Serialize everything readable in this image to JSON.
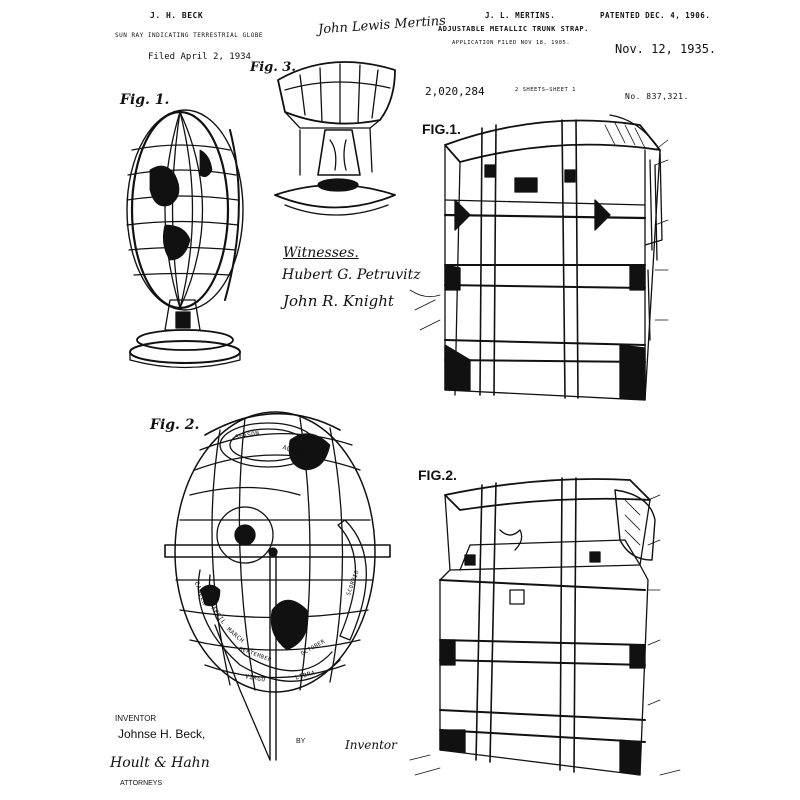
{
  "left": {
    "inventor_header": "J. H. BECK",
    "title": "SUN RAY INDICATING TERRESTRIAL GLOBE",
    "filed": "Filed April 2, 1934",
    "fig1_label": "Fig. 1.",
    "fig2_label": "Fig. 2.",
    "fig3_label": "Fig. 3.",
    "witnesses_label": "Witnesses.",
    "witness1": "Hubert G. Petruvitz",
    "witness2": "John R. Knight",
    "inventor_label": "INVENTOR",
    "inventor_name": "Johnse H. Beck,",
    "by": "BY",
    "attorney_sig": "Hoult & Hahn",
    "attorneys": "ATTORNEYS",
    "inventor_sig_corner": "John Lewis Mertins",
    "inventor_word": "Inventor"
  },
  "right": {
    "inventor_header": "J. L. MERTINS.",
    "title": "ADJUSTABLE METALLIC TRUNK STRAP.",
    "application": "APPLICATION FILED NOV 18, 1905.",
    "patented": "PATENTED DEC. 4, 1906.",
    "date": "Nov. 12, 1935.",
    "patent_no_left": "2,020,284",
    "sheets": "2 SHEETS—SHEET 1",
    "patent_no_right": "No. 837,321.",
    "fig1_label": "FIG.1.",
    "fig2_label": "FIG.2."
  },
  "globe_ring_text": [
    "SEASON",
    "AUTUMN",
    "CANCER",
    "APRIL",
    "MARCH",
    "SEPTEMBER",
    "OCTOBER",
    "LIBRA",
    "VIRGO",
    "SCORPIO"
  ]
}
